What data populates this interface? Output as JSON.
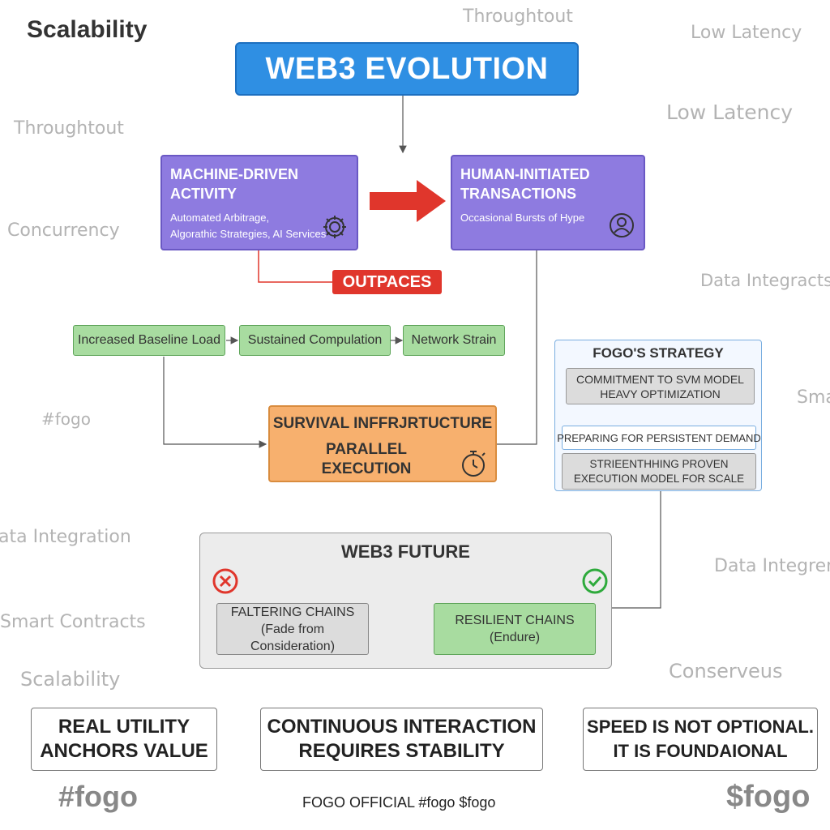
{
  "background_words": {
    "scalability_top": "Scalability",
    "throughtout_top": "Throughtout",
    "low_latency_1": "Low Latency",
    "low_latency_2": "Low Latency",
    "throughtout_left": "Throughtout",
    "concurrency": "Concurrency",
    "data_integracts": "Data Integracts",
    "fogo_left": "#fogo",
    "sma_right": "Sma",
    "data_integration_left": "ata Integration",
    "data_integren_right": "Data Integren",
    "smart_contracts": "Smart Contracts",
    "scalability_bottom": "Scalability",
    "conserveus": "Conserveus"
  },
  "title": "WEB3 EVOLUTION",
  "machine_box": {
    "title_1": "MACHINE-DRIVEN",
    "title_2": "ACTIVITY",
    "sub_1": "Automated Arbitrage,",
    "sub_2": "Algorathic Strategies, AI Services"
  },
  "human_box": {
    "title_1": "HUMAN-INITIATED",
    "title_2": "TRANSACTIONS",
    "sub": "Occasional Bursts of Hype"
  },
  "outpaces": "OUTPACES",
  "flow": [
    "Increased Baseline Load",
    "Sustained Compulation",
    "Network Strain"
  ],
  "survival": {
    "line_1": "SURVIVAL INFFRJRTUCTURE",
    "line_2": "PARALLEL",
    "line_3": "EXECUTION"
  },
  "strategy": {
    "title": "FOGO'S STRATEGY",
    "item_1a": "COMMITMENT TO SVM MODEL",
    "item_1b": "HEAVY OPTIMIZATION",
    "item_2": "PREPARING FOR PERSISTENT DEMAND",
    "item_3a": "STRIEENTHHING PROVEN",
    "item_3b": "EXECUTION MODEL  FOR SCALE"
  },
  "future": {
    "title": "WEB3 FUTURE",
    "faltering_1": "FALTERING CHAINS",
    "faltering_2": "(Fade from Consideration)",
    "resilient_1": "RESILIENT CHAINS",
    "resilient_2": "(Endure)"
  },
  "bottom_boxes": {
    "b1_1": "REAL UTILITY",
    "b1_2": "ANCHORS VALUE",
    "b2_1": "CONTINUOUS INTERACTION",
    "b2_2": "REQUIRES STABILITY",
    "b3_1": "SPEED IS NOT OPTIONAL.",
    "b3_2": "IT IS FOUNDAIONAL"
  },
  "footer": {
    "fogo_tag": "#fogo",
    "official": "FOGO OFFICIAL #fogo $fogo",
    "dollar_fogo": "$fogo"
  },
  "colors": {
    "title_blue": "#2f8fe3",
    "purple": "#8e7be0",
    "red_arrow": "#e0362c",
    "green": "#a8dca0",
    "orange": "#f7b06e",
    "strategy_border": "#7aaee0"
  },
  "icons": [
    "gear-icon",
    "user-icon",
    "stopwatch-icon",
    "x-circle-icon",
    "check-circle-icon"
  ]
}
